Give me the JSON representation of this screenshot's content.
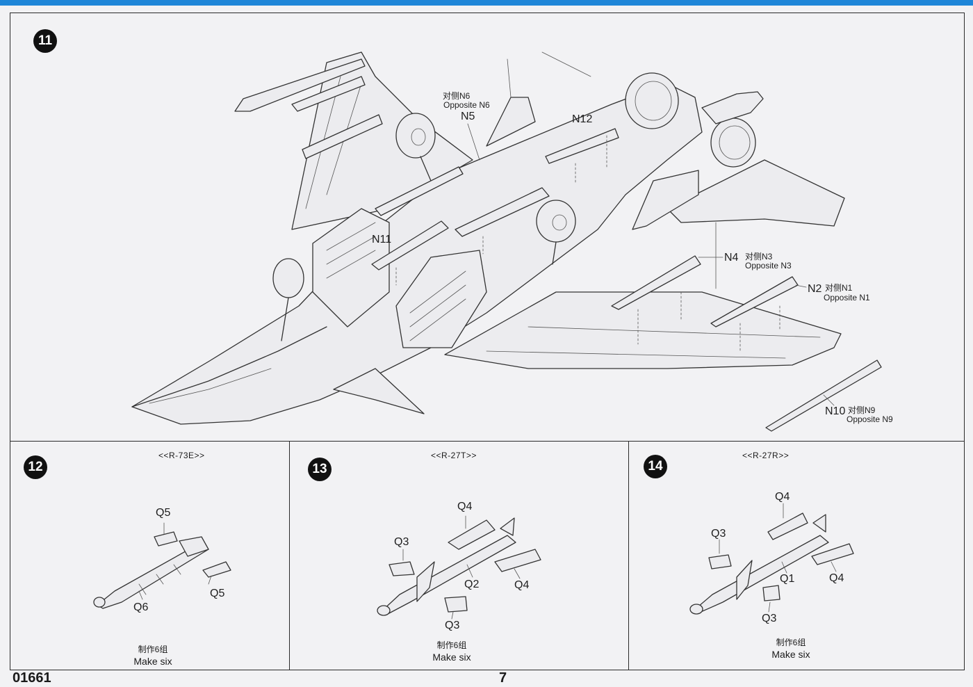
{
  "page": {
    "code": "01661",
    "number": "7"
  },
  "step11": {
    "step": "11",
    "callouts": {
      "n6": {
        "cn": "对侧N6",
        "en": "Opposite N6",
        "part": "N5"
      },
      "n12": "N12",
      "n11": "N11",
      "n4": {
        "part": "N4",
        "cn": "对侧N3",
        "en": "Opposite N3"
      },
      "n2": {
        "part": "N2",
        "cn": "对侧N1",
        "en": "Opposite N1"
      },
      "n10": {
        "part": "N10",
        "cn": "对侧N9",
        "en": "Opposite N9"
      }
    }
  },
  "step12": {
    "step": "12",
    "title": "<<R-73E>>",
    "labels": {
      "q5a": "Q5",
      "q5b": "Q5",
      "q6": "Q6"
    },
    "make_cn": "制作6组",
    "make_en": "Make six"
  },
  "step13": {
    "step": "13",
    "title": "<<R-27T>>",
    "labels": {
      "q4a": "Q4",
      "q3a": "Q3",
      "q2": "Q2",
      "q4b": "Q4",
      "q3b": "Q3"
    },
    "make_cn": "制作6组",
    "make_en": "Make six"
  },
  "step14": {
    "step": "14",
    "title": "<<R-27R>>",
    "labels": {
      "q4a": "Q4",
      "q3a": "Q3",
      "q1": "Q1",
      "q4b": "Q4",
      "q3b": "Q3"
    },
    "make_cn": "制作6组",
    "make_en": "Make six"
  }
}
